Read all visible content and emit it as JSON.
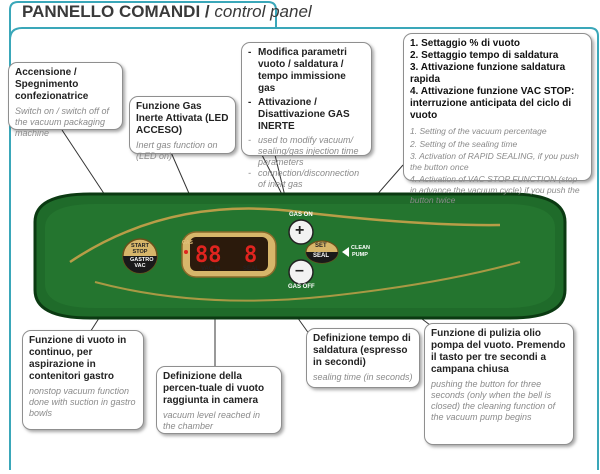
{
  "header": {
    "title_bold": "PANNELLO COMANDI /",
    "title_italic": "control panel"
  },
  "callouts": {
    "power": {
      "it": "Accensione / Spegnimento confezionatrice",
      "en": "Switch on / switch off of the vacuum packaging machine"
    },
    "gas_inert": {
      "it": "Funzione Gas Inerte Attivata (LED ACCESO)",
      "en": "Inert gas function on (LED on)"
    },
    "modify": {
      "items": [
        {
          "marker": "-",
          "it": "Modifica parametri vuoto / saldatura / tempo immissione gas"
        },
        {
          "marker": "-",
          "it": "Attivazione / Disattivazione GAS INERTE"
        },
        {
          "marker": "-",
          "en": "used to modify vacuum/ sealing/gas injection time parameters"
        },
        {
          "marker": "-",
          "en": "connection/disconnection of inert gas"
        }
      ]
    },
    "settings": {
      "it_items": [
        "1. Settaggio % di vuoto",
        "2. Settaggio tempo di saldatura",
        "3. Attivazione funzione saldatura rapida",
        "4. Attivazione funzione VAC STOP: interruzione anticipata del ciclo di vuoto"
      ],
      "en_items": [
        "1. Setting of the vacuum percentage",
        "2. Setting of the sealing time",
        "3. Activation of RAPID SEALING, if you push the button once",
        "4. Activation of VAC STOP FUNCTION (stop in advance the vacuum cycle) if you push the button twice"
      ]
    },
    "continuous": {
      "it": "Funzione di vuoto in continuo, per aspirazione in contenitori gastro",
      "en": "nonstop vacuum function done with suction in gastro bowls"
    },
    "vacuum_pct": {
      "it": "Definizione della percen-tuale di vuoto raggiunta in camera",
      "en": "vacuum level reached in the chamber"
    },
    "seal_time": {
      "it": "Definizione tempo di saldatura (espresso in secondi)",
      "en": "sealing time (in seconds)"
    },
    "cleaning": {
      "it": "Funzione di pulizia olio pompa del vuoto. Premendo il tasto per tre secondi  a campana chiusa",
      "en": "pushing the button for three seconds (only when the bell is closed) the cleaning function of the vacuum pump begins"
    }
  },
  "panel": {
    "start_label": "START STOP",
    "gastro_label": "GASTRO VAC",
    "display_left": "88",
    "display_right": "8",
    "vac_pct_label": "VAC %",
    "seal_label": "SEAL",
    "gas_side_label": "GAS",
    "gas_on_label": "GAS ON",
    "gas_off_label": "GAS OFF",
    "set_label": "SET",
    "seal_btn_label": "SEAL",
    "clean_label": "CLEAN",
    "pump_label": "PUMP",
    "plus_symbol": "+",
    "minus_symbol": "–"
  },
  "colors": {
    "frame": "#3aa7b9",
    "panel_green": "#1f6b2a",
    "panel_dark": "#0d3d15",
    "display_red": "#e0241f",
    "gold": "#c9a24a"
  }
}
